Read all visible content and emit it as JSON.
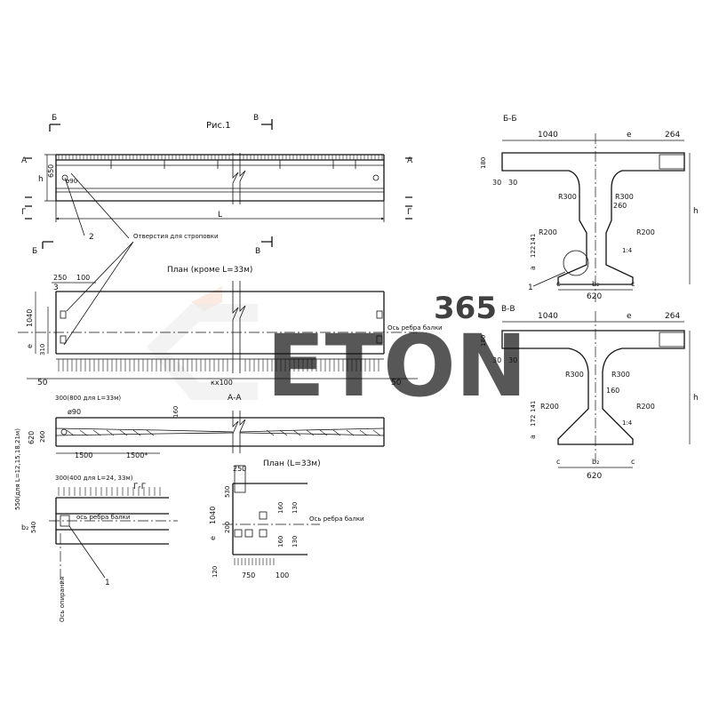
{
  "figure": {
    "title": "Рис.1",
    "hole_label": "Отверстия для строповки",
    "plan_title": "План (кроме L=33м)",
    "plan33_title": "План (L=33м)",
    "section_aa": "А-А",
    "section_gg": "Г-Г",
    "section_bb": "Б-Б",
    "section_vv": "В-В",
    "rib_axis": "Ось ребра балки",
    "rib_axis_gg": "ось ребра балки",
    "support_axis": "Ось опирания",
    "watermark_number": "365",
    "watermark_text": "ETON"
  },
  "marks": {
    "a": "А",
    "b": "Б",
    "v": "В",
    "g": "Г",
    "n1": "1",
    "n2": "2",
    "n3": "3",
    "h": "h",
    "e": "е",
    "L": "L",
    "a_letter": "а",
    "c": "с",
    "b2": "b₂"
  },
  "dims": {
    "d650": "650",
    "d90": "ø90",
    "d250": "250",
    "d100": "100",
    "d1040": "1040",
    "d200": "200",
    "d310": "310",
    "d50": "50",
    "kx100": "кх100",
    "d300_800": "300(800 для L=33м)",
    "d160": "160",
    "d620": "620",
    "d260": "260",
    "d1500a": "1500",
    "d1500b": "1500*",
    "d300_400": "300(400 для L=24, 33м)",
    "d550": "550(для L=12,15,18,21м)",
    "d540": "540",
    "d530": "530",
    "d130": "130",
    "d120": "120",
    "d750": "750",
    "d264": "264",
    "d180": "180",
    "d30": "30",
    "R300": "R300",
    "R200": "R200",
    "d122": "122",
    "d141": "141",
    "d172": "172",
    "t1_4": "1:4"
  }
}
